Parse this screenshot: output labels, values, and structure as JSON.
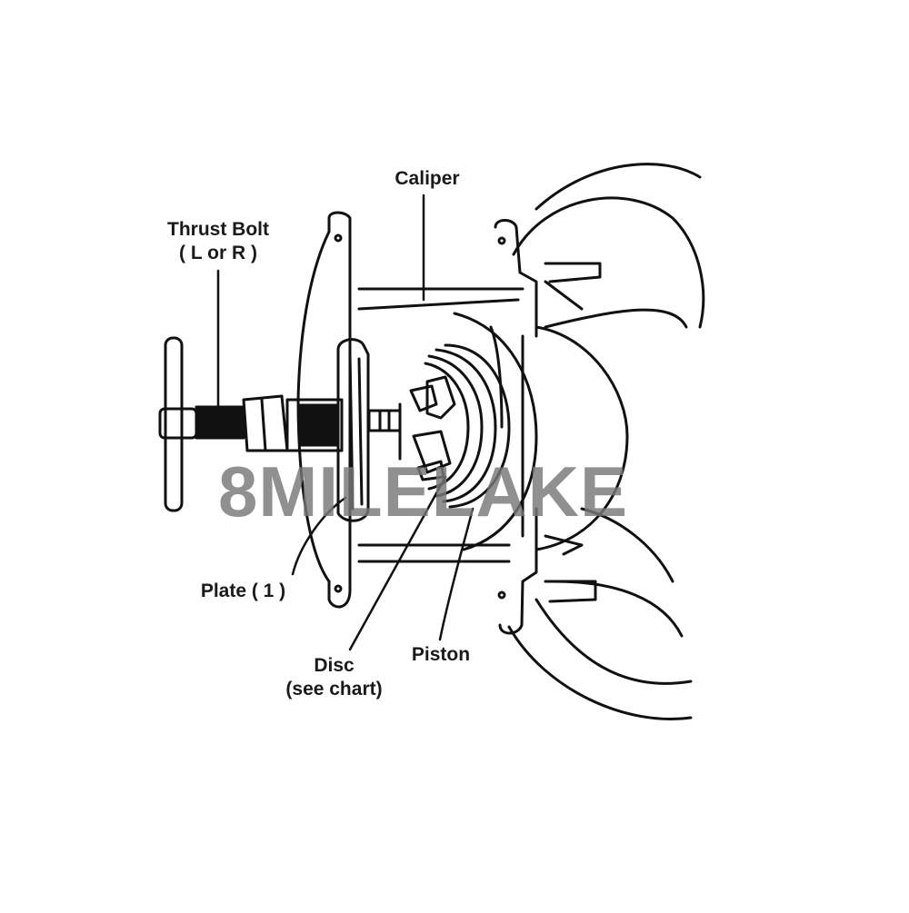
{
  "labels": {
    "caliper": "Caliper",
    "thrust_bolt_line1": "Thrust Bolt",
    "thrust_bolt_line2": "( L or R )",
    "plate": "Plate ( 1 )",
    "disc_line1": "Disc",
    "disc_line2": "(see chart)",
    "piston": "Piston"
  },
  "watermark": "8MILELAKE",
  "colors": {
    "line": "#111111",
    "background": "#ffffff",
    "watermark": "#787878"
  }
}
